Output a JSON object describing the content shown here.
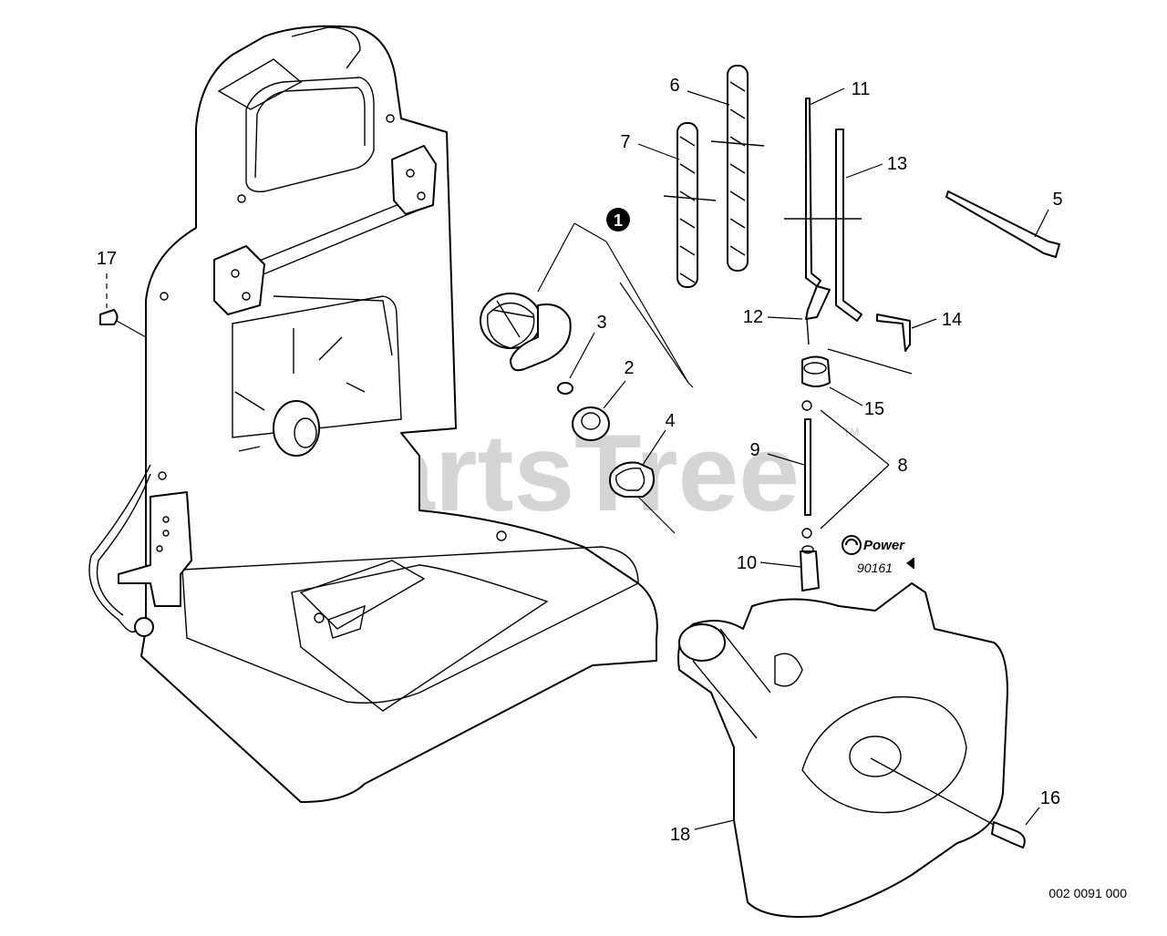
{
  "diagram": {
    "callouts": [
      {
        "id": "c1",
        "label": "1"
      },
      {
        "id": "c2",
        "label": "2"
      },
      {
        "id": "c3",
        "label": "3"
      },
      {
        "id": "c4",
        "label": "4"
      },
      {
        "id": "c5",
        "label": "5"
      },
      {
        "id": "c6",
        "label": "6"
      },
      {
        "id": "c7",
        "label": "7"
      },
      {
        "id": "c8",
        "label": "8"
      },
      {
        "id": "c9",
        "label": "9"
      },
      {
        "id": "c10",
        "label": "10"
      },
      {
        "id": "c11",
        "label": "11"
      },
      {
        "id": "c12",
        "label": "12"
      },
      {
        "id": "c13",
        "label": "13"
      },
      {
        "id": "c14",
        "label": "14"
      },
      {
        "id": "c15",
        "label": "15"
      },
      {
        "id": "c16",
        "label": "16"
      },
      {
        "id": "c17",
        "label": "17"
      },
      {
        "id": "c18",
        "label": "18"
      }
    ],
    "watermark": "PartsTree",
    "watermark_tm": "TM",
    "power_logo_text": "Power",
    "power_logo_number": "90161",
    "drawing_code": "002 0091 000",
    "colors": {
      "line": "#000000",
      "background": "#ffffff",
      "watermark": "#c8c8c8"
    }
  }
}
